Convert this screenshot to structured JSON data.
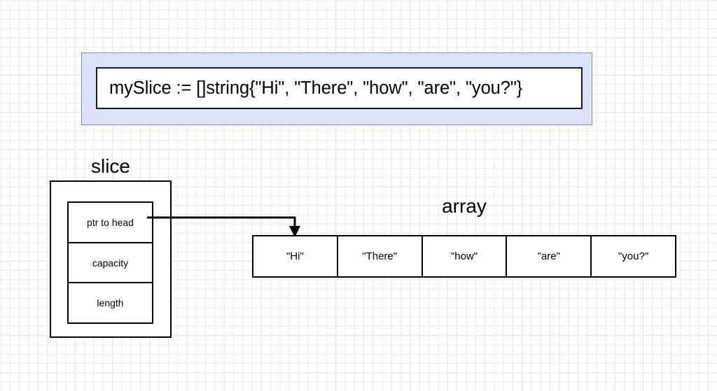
{
  "diagram": {
    "title_hidden": "",
    "code_callout": {
      "code": "mySlice := []string{\"Hi\", \"There\", \"how\", \"are\", \"you?\"}",
      "fill_color": "#dbe5f7",
      "border_color": "#7a97cd"
    },
    "slice": {
      "label": "slice",
      "fields": [
        {
          "label": "ptr to head"
        },
        {
          "label": "capacity"
        },
        {
          "label": "length"
        }
      ]
    },
    "array": {
      "label": "array",
      "cells": [
        {
          "value": "\"Hi\""
        },
        {
          "value": "\"There\""
        },
        {
          "value": "\"how\""
        },
        {
          "value": "\"are\""
        },
        {
          "value": "\"you?\""
        }
      ]
    },
    "connector": {
      "from": "ptr to head",
      "to": "array cell 0",
      "style": "orthogonal-arrow",
      "color": "#000000"
    }
  }
}
